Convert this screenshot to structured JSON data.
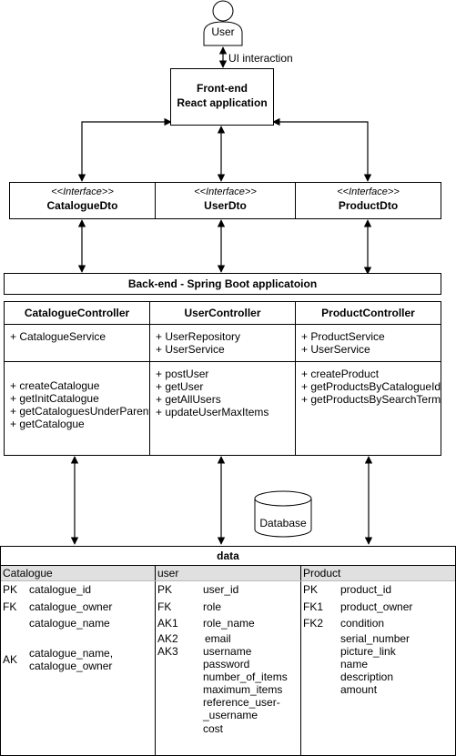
{
  "user": {
    "label": "User"
  },
  "ui_interaction": "UI interaction",
  "frontend": {
    "line1": "Front-end",
    "line2": "React application"
  },
  "interfaces": [
    {
      "stereo": "<<Interface>>",
      "name": "CatalogueDto"
    },
    {
      "stereo": "<<Interface>>",
      "name": "UserDto"
    },
    {
      "stereo": "<<Interface>>",
      "name": "ProductDto"
    }
  ],
  "backend": {
    "title": "Back-end - Spring Boot applicatoion",
    "controllers": [
      {
        "name": "CatalogueController",
        "fields": [
          "+ CatalogueService"
        ],
        "methods": [
          "+ createCatalogue",
          "+ getInitCatalogue",
          "+ getCataloguesUnderParent",
          "+ getCatalogue"
        ]
      },
      {
        "name": "UserController",
        "fields": [
          "+ UserRepository",
          "+ UserService"
        ],
        "methods": [
          "+ postUser",
          "+ getUser",
          "+ getAllUsers",
          "+ updateUserMaxItems"
        ]
      },
      {
        "name": "ProductController",
        "fields": [
          "+ ProductService",
          "+ UserService"
        ],
        "methods": [
          "+ createProduct",
          "+ getProductsByCatalogueId",
          "+ getProductsBySearchTerm"
        ]
      }
    ]
  },
  "database": {
    "label": "Database"
  },
  "data": {
    "title": "data",
    "tables": [
      {
        "name": "Catalogue",
        "rows": [
          {
            "key": "PK",
            "field": "catalogue_id"
          },
          {
            "key": "FK",
            "field": "catalogue_owner"
          },
          {
            "key": "",
            "field": "catalogue_name"
          },
          {
            "key": "AK",
            "field": "catalogue_name,\ncatalogue_owner"
          }
        ]
      },
      {
        "name": "user",
        "rows": [
          {
            "key": "PK",
            "field": "user_id"
          },
          {
            "key": "FK",
            "field": "role"
          },
          {
            "key": "AK1",
            "field": "role_name"
          },
          {
            "key": "AK2",
            "field": "email"
          },
          {
            "key": "AK3",
            "field": "username"
          },
          {
            "key": "",
            "field": "password"
          },
          {
            "key": "",
            "field": "number_of_items"
          },
          {
            "key": "",
            "field": "maximum_items"
          },
          {
            "key": "",
            "field": "reference_user-\n_username"
          },
          {
            "key": "",
            "field": "cost"
          }
        ]
      },
      {
        "name": "Product",
        "rows": [
          {
            "key": "PK",
            "field": "product_id"
          },
          {
            "key": "FK1",
            "field": "product_owner"
          },
          {
            "key": "FK2",
            "field": "condition"
          },
          {
            "key": "",
            "field": "serial_number"
          },
          {
            "key": "",
            "field": "picture_link"
          },
          {
            "key": "",
            "field": "name"
          },
          {
            "key": "",
            "field": "description"
          },
          {
            "key": "",
            "field": "amount"
          }
        ]
      }
    ]
  }
}
